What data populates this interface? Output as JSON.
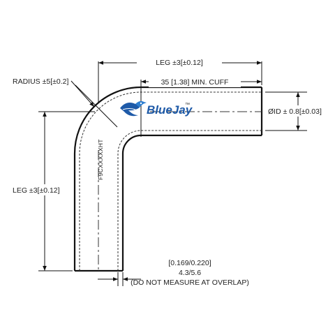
{
  "brand": {
    "name": "BlueJay",
    "trademark": "™",
    "colors": {
      "primary": "#1e5aa8",
      "accent": "#2f7fd0"
    }
  },
  "part_number": "F9CXXXXXHT",
  "labels": {
    "leg_top": "LEG ±3[±0.12]",
    "cuff": "35 [1.38] MIN. CUFF",
    "radius": "RADIUS ±5[±0.2]",
    "inner_diameter": "ØID ± 0.8[±0.03]",
    "leg_left": "LEG ±3[±0.12]",
    "wall_inch": "[0.169/0.220]",
    "wall_mm": "4.3/5.6",
    "note": "(DO NOT MEASURE AT OVERLAP)"
  },
  "icons": [
    "bluejay-bird-logo",
    "arrowhead"
  ]
}
